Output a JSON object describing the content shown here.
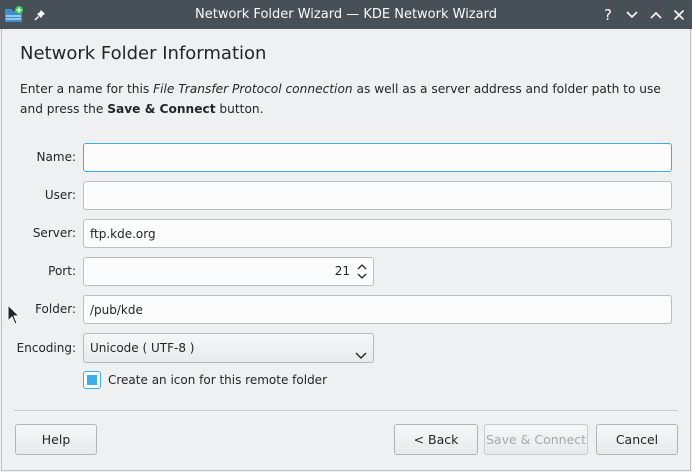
{
  "window": {
    "title": "Network Folder Wizard — KDE Network Wizard",
    "help_glyph": "?"
  },
  "page": {
    "heading": "Network Folder Information",
    "desc_part1": "Enter a name for this ",
    "desc_emph": "File Transfer Protocol connection",
    "desc_part2": " as well as a server address and folder path to use and press the ",
    "desc_strong": "Save & Connect",
    "desc_part3": " button."
  },
  "form": {
    "name_label": "Name:",
    "name_value": "",
    "user_label": "User:",
    "user_value": "",
    "server_label": "Server:",
    "server_value": "ftp.kde.org",
    "port_label": "Port:",
    "port_value": "21",
    "folder_label": "Folder:",
    "folder_value": "/pub/kde",
    "encoding_label": "Encoding:",
    "encoding_value": "Unicode ( UTF-8 )",
    "create_icon_label": "Create an icon for this remote folder",
    "create_icon_checked": true
  },
  "buttons": {
    "help": "Help",
    "back": "< Back",
    "save_connect": "Save & Connect",
    "cancel": "Cancel"
  },
  "colors": {
    "accent": "#3daee9",
    "titlebar": "#475057"
  }
}
